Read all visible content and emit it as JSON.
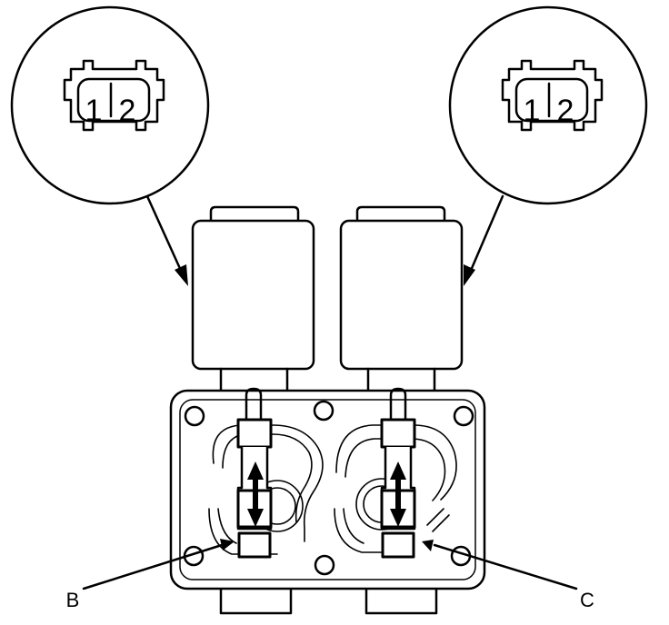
{
  "connectors": [
    {
      "pin1": "1",
      "pin2": "2"
    },
    {
      "pin1": "1",
      "pin2": "2"
    }
  ],
  "labels": {
    "left": "B",
    "right": "C"
  },
  "colors": {
    "line": "#000000",
    "background": "#ffffff"
  }
}
